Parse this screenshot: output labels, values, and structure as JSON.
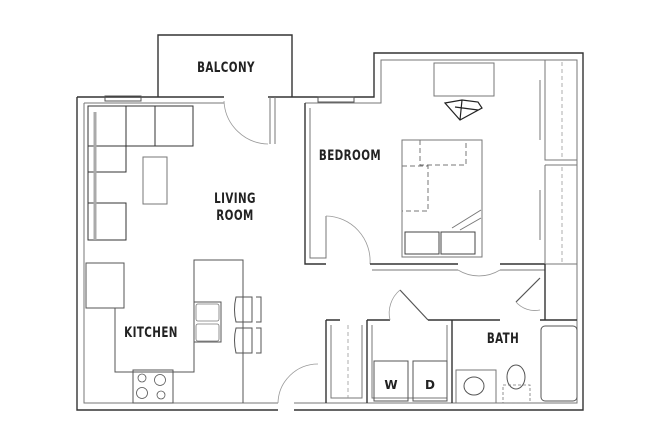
{
  "floorplan": {
    "rooms": [
      {
        "id": "balcony",
        "label": "BALCONY"
      },
      {
        "id": "living_room",
        "label": "LIVING\nROOM",
        "line1": "LIVING",
        "line2": "ROOM"
      },
      {
        "id": "bedroom",
        "label": "BEDROOM"
      },
      {
        "id": "kitchen",
        "label": "KITCHEN"
      },
      {
        "id": "bath",
        "label": "BATH"
      }
    ],
    "appliances": {
      "washer": "W",
      "dryer": "D"
    },
    "colors": {
      "wall": "#333333",
      "inner_line": "#888888",
      "background": "#ffffff",
      "text": "#222222"
    }
  }
}
